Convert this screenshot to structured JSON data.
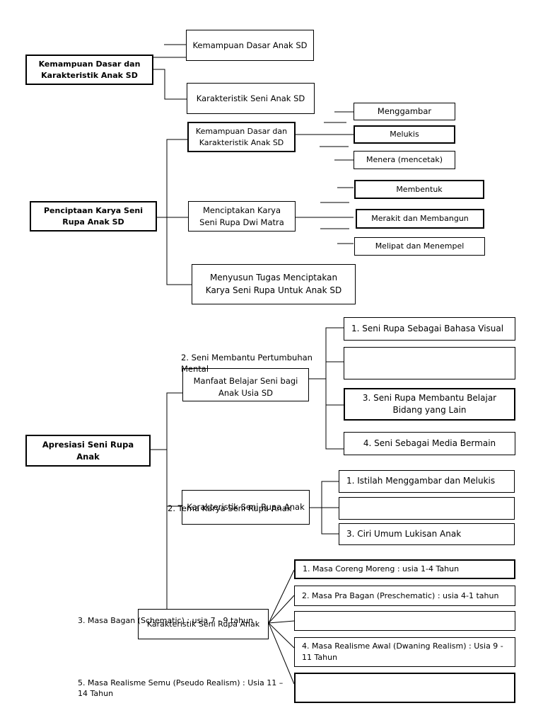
{
  "colors": {
    "line": "#000000",
    "background": "#ffffff"
  },
  "section1": {
    "root": "Kemampuan Dasar dan Karakteristik Anak SD",
    "children": [
      "Kemampuan Dasar Anak SD",
      "Karakteristik Seni Anak SD"
    ]
  },
  "section2": {
    "root": "Penciptaan Karya Seni Rupa Anak SD",
    "branch1": {
      "label": "Kemampuan Dasar dan Karakteristik Anak SD",
      "items": [
        "Menggambar",
        "Melukis",
        "Menera (mencetak)"
      ]
    },
    "branch2": {
      "label": "Menciptakan Karya Seni Rupa Dwi Matra",
      "items": [
        "Membentuk",
        "Merakit dan Membangun",
        "Melipat dan Menempel"
      ]
    },
    "branch3": {
      "label": "Menyusun Tugas Menciptakan Karya Seni Rupa Untuk Anak SD"
    }
  },
  "section3": {
    "root": "Apresiasi Seni Rupa Anak",
    "branch1": {
      "label": "Manfaat Belajar Seni bagi Anak Usia SD",
      "overlay": "2.  Seni Membantu Pertumbuhan Mental",
      "items": [
        "1.  Seni Rupa Sebagai Bahasa Visual",
        "",
        "3.  Seni Rupa Membantu Belajar Bidang yang Lain",
        "4.  Seni Sebagai Media Bermain"
      ]
    },
    "branch2": {
      "label": "Karakteristik Seni Rupa Anak",
      "overlay": "2.  Tema Karya Seni Rupa Anak",
      "items": [
        "1.  Istilah Menggambar dan Melukis",
        "",
        "3.  Ciri Umum Lukisan Anak"
      ]
    },
    "branch3": {
      "label": "Karakteristik Seni Rupa Anak",
      "overlay": "3.  Masa Bagan (Schematic) : usia 7 - 9 tahun",
      "overlay2": "5.  Masa Realisme Semu (Pseudo Realism) : Usia 11 – 14 Tahun",
      "items": [
        "1.  Masa Coreng Moreng : usia 1-4 Tahun",
        "2.  Masa Pra Bagan (Preschematic) : usia 4-1 tahun",
        "",
        "4.  Masa Realisme Awal (Dwaning Realism) : Usia 9 - 11 Tahun",
        ""
      ]
    }
  }
}
